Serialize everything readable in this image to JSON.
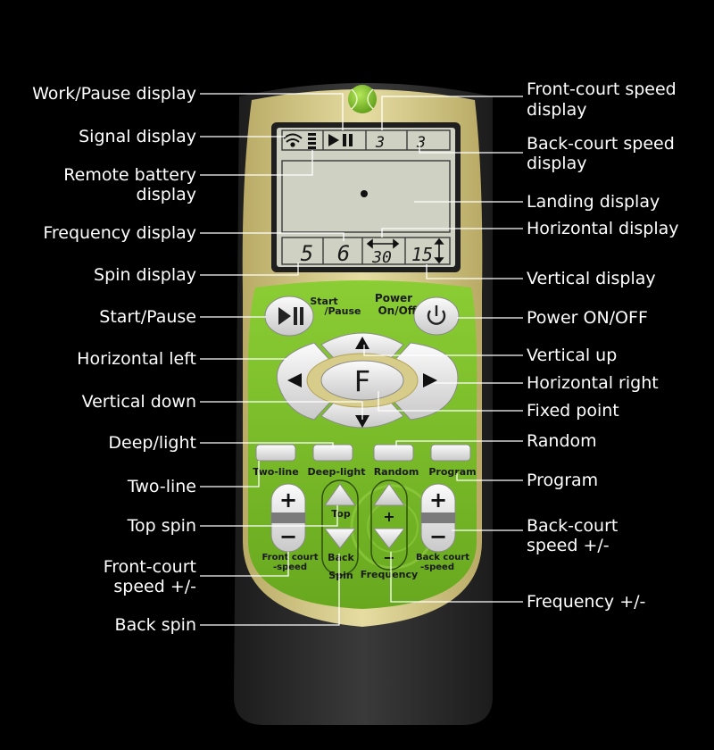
{
  "callouts_left": [
    "Work/Pause display",
    "Signal display",
    "Remote battery",
    "display",
    "Frequency display",
    "Spin display",
    "Start/Pause",
    "Horizontal left",
    "Vertical down",
    "Deep/light",
    "Two-line",
    "Top spin",
    "Front-court",
    "speed +/-",
    "Back spin"
  ],
  "callouts_right": [
    "Front-court speed",
    "display",
    "Back-court speed",
    "display",
    "Landing display",
    "Horizontal display",
    "Vertical display",
    "Power ON/OFF",
    "Vertical up",
    "Horizontal right",
    "Fixed point",
    "Random",
    "Program",
    "Back-court",
    "speed +/-",
    "Frequency +/-"
  ],
  "lcd": {
    "front_speed": "3",
    "back_speed": "3",
    "spin": "5",
    "frequency": "6",
    "horizontal": "30",
    "vertical": "15"
  },
  "remote": {
    "start_label": "Start",
    "pause_label": "/Pause",
    "power_label": "Power",
    "onoff_label": "On/Off",
    "fixed_label": "F",
    "two_line_label": "Two-line",
    "deep_light_label": "Deep-light",
    "random_label": "Random",
    "program_label": "Program",
    "top_label": "Top",
    "back_label": "Back",
    "spin_label": "Spin",
    "plus_symbol": "+",
    "minus_symbol": "−",
    "front_court_label": "Front court",
    "front_speed_label": "-speed",
    "back_court_label": "Back court",
    "back_speed_label": "-speed",
    "frequency_label": "Frequency"
  },
  "colors": {
    "background": "#000000",
    "body": "#2b2b2b",
    "gold": "#d8cc8a",
    "green": "#7cc02a",
    "lcd": "#cfd1c3",
    "key": "#e8e8e8"
  },
  "icons": [
    "wifi-icon",
    "battery-icon",
    "play-pause-icon",
    "power-icon",
    "arrow-up-icon",
    "arrow-down-icon",
    "arrow-left-icon",
    "arrow-right-icon",
    "horizontal-arrows-icon",
    "vertical-arrows-icon",
    "tennis-ball-icon"
  ]
}
